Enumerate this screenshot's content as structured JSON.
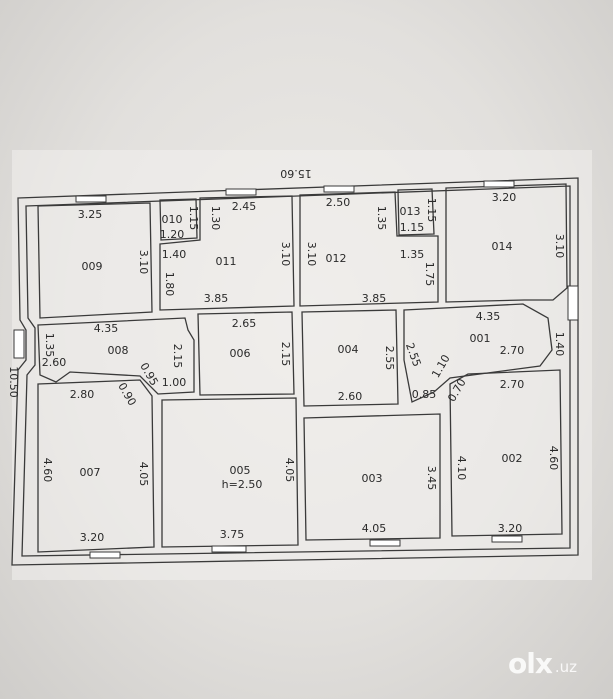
{
  "plan": {
    "overall_width": "15.60",
    "overall_depth": "10.50",
    "rooms": [
      {
        "id": "009"
      },
      {
        "id": "010"
      },
      {
        "id": "011"
      },
      {
        "id": "012"
      },
      {
        "id": "013"
      },
      {
        "id": "014"
      },
      {
        "id": "008"
      },
      {
        "id": "006"
      },
      {
        "id": "004"
      },
      {
        "id": "001"
      },
      {
        "id": "007"
      },
      {
        "id": "005",
        "note": "h=2.50"
      },
      {
        "id": "003"
      },
      {
        "id": "002"
      }
    ],
    "dimensions": [
      "3.25",
      "3.10",
      "1.15",
      "1.20",
      "1.30",
      "1.40",
      "1.80",
      "2.45",
      "3.10",
      "3.85",
      "2.50",
      "3.10",
      "1.35",
      "1.35",
      "1.75",
      "3.85",
      "1.15",
      "1.15",
      "3.20",
      "3.10",
      "4.35",
      "1.35",
      "2.60",
      "2.15",
      "2.65",
      "2.15",
      "2.55",
      "2.60",
      "2.55",
      "1.10",
      "2.70",
      "4.35",
      "1.40",
      "0.85",
      "0.70",
      "2.70",
      "2.80",
      "0.90",
      "0.95",
      "1.00",
      "4.60",
      "4.05",
      "3.20",
      "4.05",
      "3.75",
      "3.45",
      "4.05",
      "4.10",
      "4.60",
      "3.20"
    ]
  },
  "watermark": {
    "mark": "olx",
    "domain": ".uz"
  }
}
